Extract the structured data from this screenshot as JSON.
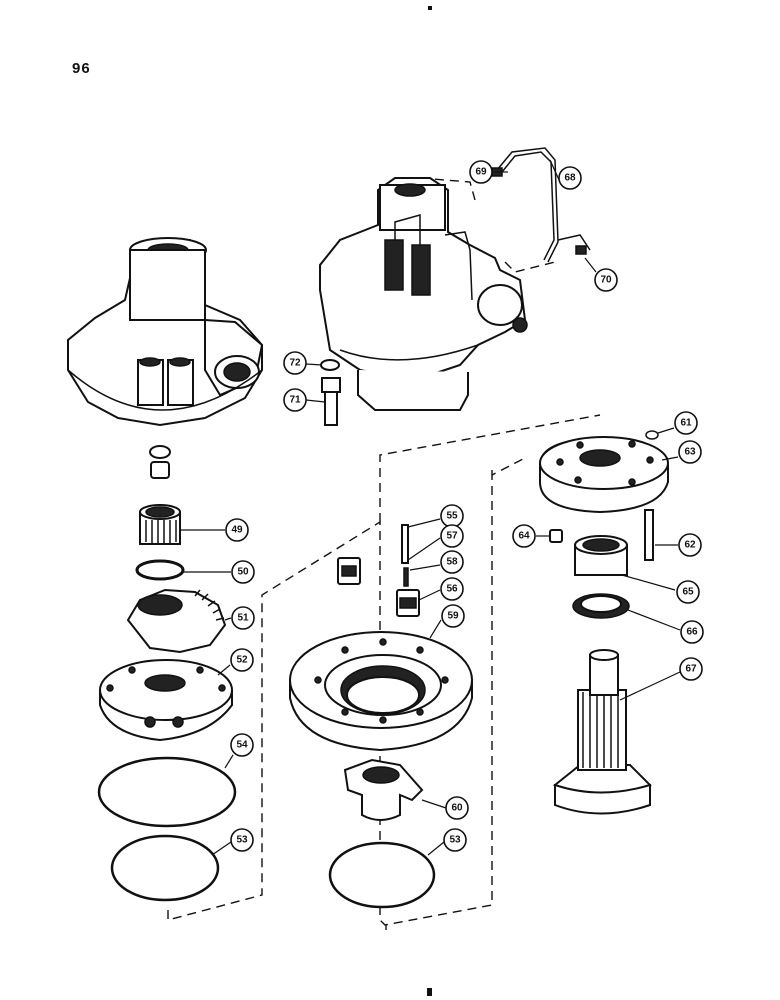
{
  "page": {
    "number": "96"
  },
  "callouts": [
    {
      "id": "69",
      "label": "69"
    },
    {
      "id": "68",
      "label": "68"
    },
    {
      "id": "70",
      "label": "70"
    },
    {
      "id": "72",
      "label": "72"
    },
    {
      "id": "71",
      "label": "71"
    },
    {
      "id": "61",
      "label": "61"
    },
    {
      "id": "63",
      "label": "63"
    },
    {
      "id": "64",
      "label": "64"
    },
    {
      "id": "62",
      "label": "62"
    },
    {
      "id": "65",
      "label": "65"
    },
    {
      "id": "66",
      "label": "66"
    },
    {
      "id": "67",
      "label": "67"
    },
    {
      "id": "55",
      "label": "55"
    },
    {
      "id": "57",
      "label": "57"
    },
    {
      "id": "58",
      "label": "58"
    },
    {
      "id": "56",
      "label": "56"
    },
    {
      "id": "59",
      "label": "59"
    },
    {
      "id": "60",
      "label": "60"
    },
    {
      "id": "53a",
      "label": "53"
    },
    {
      "id": "53b",
      "label": "53"
    },
    {
      "id": "49",
      "label": "49"
    },
    {
      "id": "50",
      "label": "50"
    },
    {
      "id": "51",
      "label": "51"
    },
    {
      "id": "52",
      "label": "52"
    },
    {
      "id": "54",
      "label": "54"
    }
  ]
}
